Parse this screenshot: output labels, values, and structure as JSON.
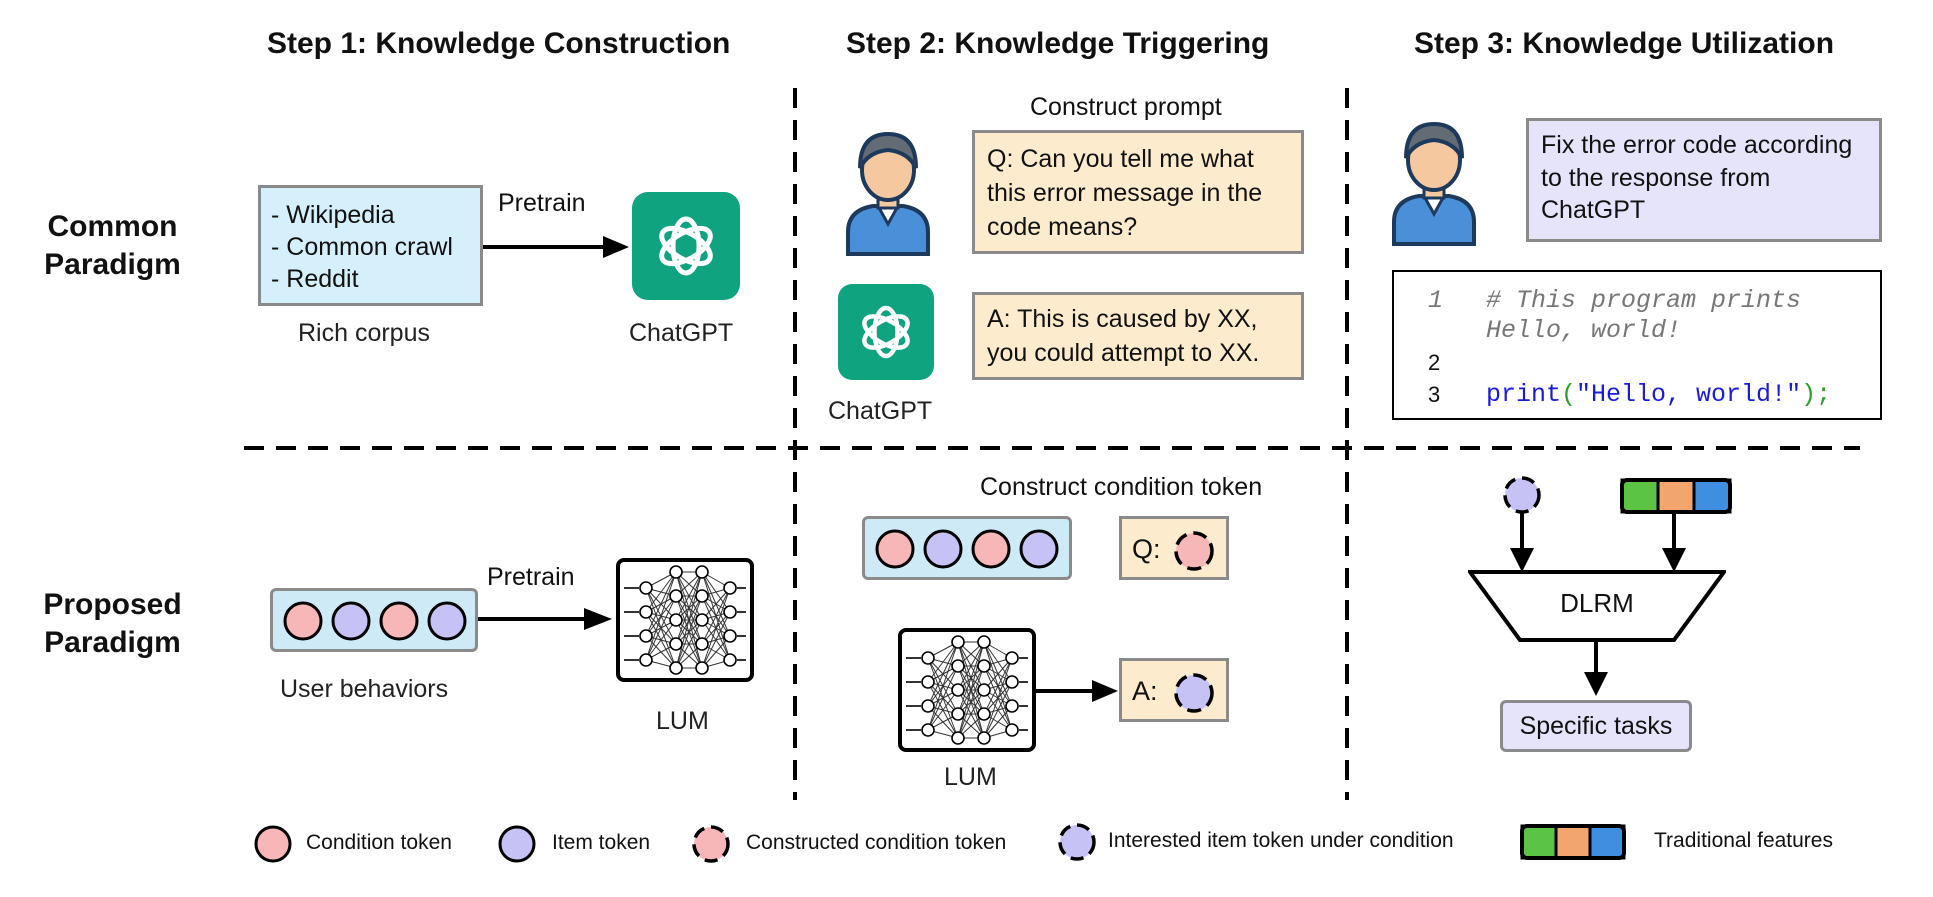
{
  "steps": {
    "step1": "Step 1: Knowledge Construction",
    "step2": "Step 2: Knowledge Triggering",
    "step3": "Step 3: Knowledge Utilization"
  },
  "rows": {
    "common_line1": "Common",
    "common_line2": "Paradigm",
    "proposed_line1": "Proposed",
    "proposed_line2": "Paradigm"
  },
  "common": {
    "corpus_items": [
      "- Wikipedia",
      "- Common crawl",
      "- Reddit"
    ],
    "corpus_caption": "Rich corpus",
    "pretrain_label": "Pretrain",
    "model_caption": "ChatGPT",
    "construct_prompt_label": "Construct prompt",
    "question": "Q: Can you tell me what this error message in the code means?",
    "answer": "A: This is caused by XX, you could attempt to XX.",
    "chatgpt_caption": "ChatGPT",
    "fix_text": "Fix the error code according to the response from ChatGPT",
    "code": {
      "line1_num": "1",
      "line1_text": "# This program prints",
      "line1_cont": "Hello, world!",
      "line2_num": "2",
      "line3_num": "3",
      "line3_func": "print",
      "line3_open": "(",
      "line3_str": "\"Hello, world!\"",
      "line3_close": ");"
    }
  },
  "proposed": {
    "pretrain_label": "Pretrain",
    "behaviors_caption": "User behaviors",
    "lum_caption": "LUM",
    "construct_token_label": "Construct condition token",
    "q_label": "Q:",
    "a_label": "A:",
    "lum_caption_2": "LUM",
    "dlrm_label": "DLRM",
    "tasks_label": "Specific tasks"
  },
  "legend": {
    "condition": "Condition token",
    "item": "Item token",
    "constructed": "Constructed condition token",
    "interested": "Interested item token under condition",
    "traditional": "Traditional features"
  },
  "colors": {
    "condition_token": "#f7b6b8",
    "item_token": "#c7c2f5",
    "chatgpt_green": "#10a37f",
    "feature_green": "#5cc444",
    "feature_orange": "#f2a56d",
    "feature_blue": "#3f8fe0",
    "code_comment": "#777777",
    "code_func": "#1a1adc",
    "code_paren": "#2aa02a",
    "code_string": "#1a1adc"
  },
  "icons": [
    "chatgpt-logo-icon",
    "user-avatar-icon",
    "neural-network-icon",
    "arrow-icon"
  ]
}
